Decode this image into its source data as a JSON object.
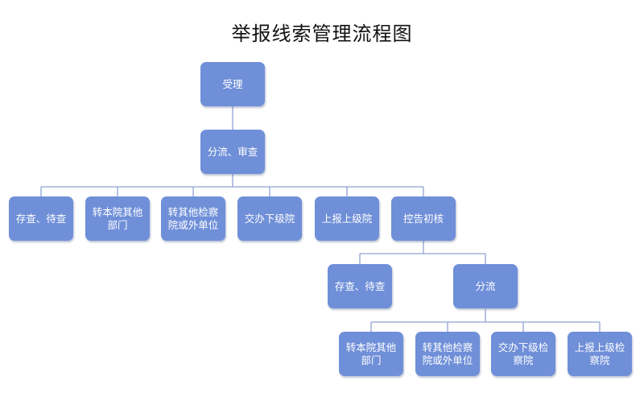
{
  "title": "举报线索管理流程图",
  "nodes": {
    "accept": "受理",
    "divert_review": "分流、审查",
    "store1": "存查、待查",
    "transfer_dept1": "转本院其他部门",
    "transfer_other1": "转其他检察院或外单位",
    "assign_lower1": "交办下级院",
    "report_upper1": "上报上级院",
    "complaint_review": "控告初核",
    "store2": "存查、待查",
    "divert2": "分流",
    "transfer_dept2": "转本院其他部门",
    "transfer_other2": "转其他检察院或外单位",
    "assign_lower2": "交办下级检察院",
    "report_upper2": "上报上级检察院"
  }
}
